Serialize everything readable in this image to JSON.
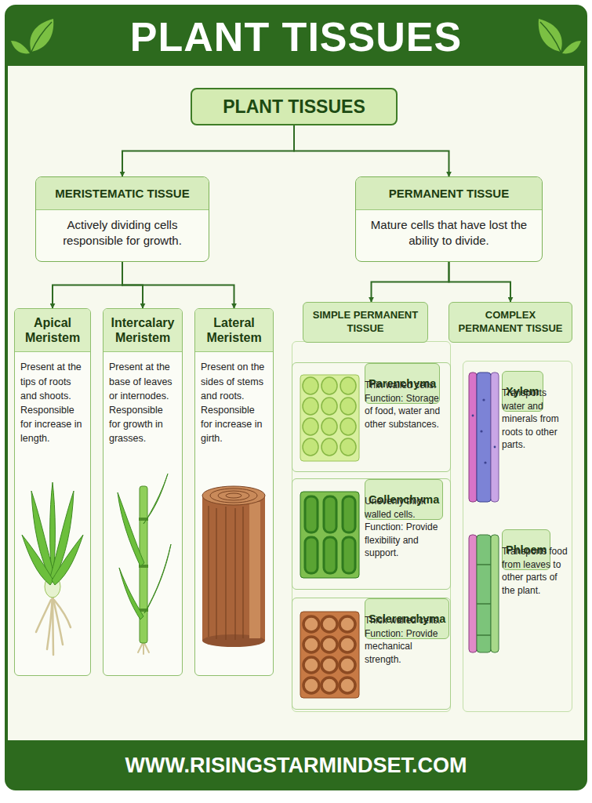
{
  "diagram": {
    "title": "PLANT TISSUES",
    "nodes": [
      {
        "text": [
          "PLANT TISSUES"
        ]
      },
      {
        "text": [
          "MERISTEMATIC TISSUE",
          "Actively dividing cells responsible for growth."
        ]
      },
      {
        "text": [
          "PERMANENT TISSUE",
          "Mature cells that have lost the ability to divide."
        ]
      },
      {
        "text": [
          "Apical Meristem",
          "Present at the tips of roots and shoots. Responsible for increase in length."
        ]
      },
      {
        "text": [
          "Intercalary Meristem",
          "Present at the base of leaves or internodes. Responsible for growth in grasses."
        ]
      },
      {
        "text": [
          "Lateral Meristem",
          "Present on the sides of stems and roots. Responsible for increase in girth."
        ]
      },
      {
        "text": [
          "SIMPLE PERMANENT TISSUE"
        ]
      },
      {
        "text": [
          "Parenchyma",
          "Thin walled cells. Function: Storage of food, water and other substances."
        ],
        "in": 6
      },
      {
        "text": [
          "Collenchyma",
          "Unevenly thick walled cells. Function: Provide flexibility and support."
        ],
        "in": 6
      },
      {
        "text": [
          "Sclerenchyma",
          "Thick walled cells. Function: Provide mechanical strength."
        ],
        "in": 6
      },
      {
        "text": [
          "COMPLEX PERMANENT TISSUE"
        ]
      },
      {
        "text": [
          "Xylem",
          "Transports water and minerals from roots to other parts."
        ],
        "in": 10
      },
      {
        "text": [
          "Phloem",
          "Transports food from leaves to other parts of the plant."
        ],
        "in": 10
      }
    ],
    "edges": [
      {
        "from": 0,
        "to": 1,
        "arrow": "to"
      },
      {
        "from": 0,
        "to": 2,
        "arrow": "to"
      },
      {
        "from": 1,
        "to": 3,
        "arrow": "to"
      },
      {
        "from": 1,
        "to": 4,
        "arrow": "to"
      },
      {
        "from": 1,
        "to": 5,
        "arrow": "to"
      },
      {
        "from": 2,
        "to": 6,
        "arrow": "to"
      },
      {
        "from": 2,
        "to": 10,
        "arrow": "to"
      }
    ],
    "labels": [
      "WWW.RISINGSTARMINDSET.COM"
    ]
  }
}
